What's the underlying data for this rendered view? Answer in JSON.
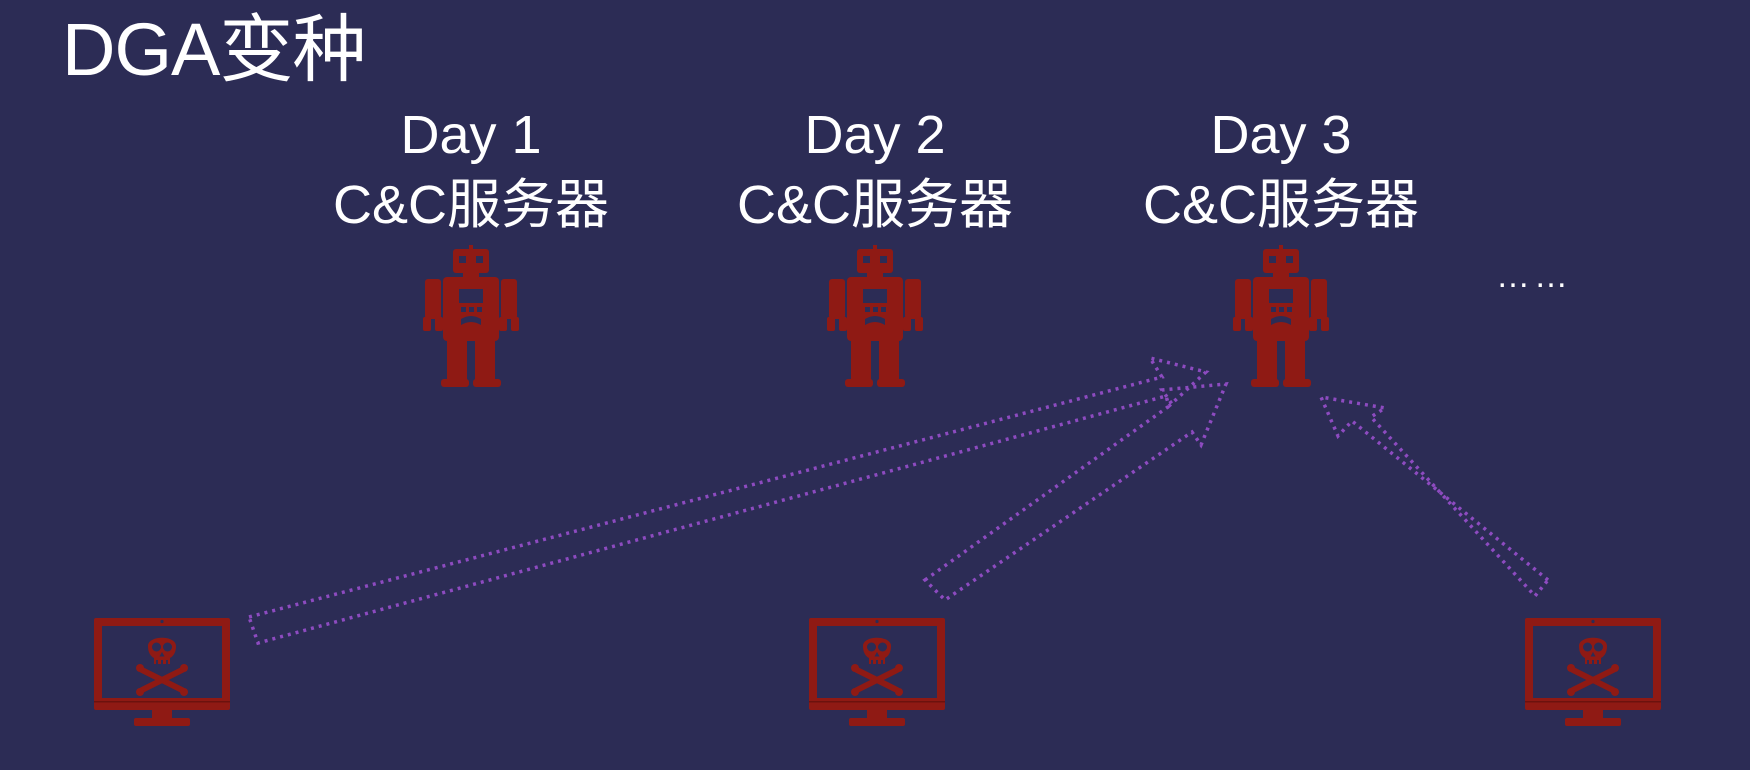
{
  "title": "DGA变种",
  "servers": [
    {
      "day": "Day 1",
      "name": "C&C服务器",
      "icon": "robot-icon"
    },
    {
      "day": "Day 2",
      "name": "C&C服务器",
      "icon": "robot-icon"
    },
    {
      "day": "Day 3",
      "name": "C&C服务器",
      "icon": "robot-icon"
    }
  ],
  "more": "……",
  "bots": [
    {
      "icon": "infected-monitor-icon"
    },
    {
      "icon": "infected-monitor-icon"
    },
    {
      "icon": "infected-monitor-icon"
    }
  ],
  "colors": {
    "background": "#2c2c55",
    "text": "#ffffff",
    "icon": "#8f1a14",
    "arrow": "#8d4bc0"
  },
  "connections": [
    {
      "from": "bot-1",
      "to": "server-day-3"
    },
    {
      "from": "bot-2",
      "to": "server-day-3"
    },
    {
      "from": "bot-3",
      "to": "server-day-3"
    }
  ]
}
